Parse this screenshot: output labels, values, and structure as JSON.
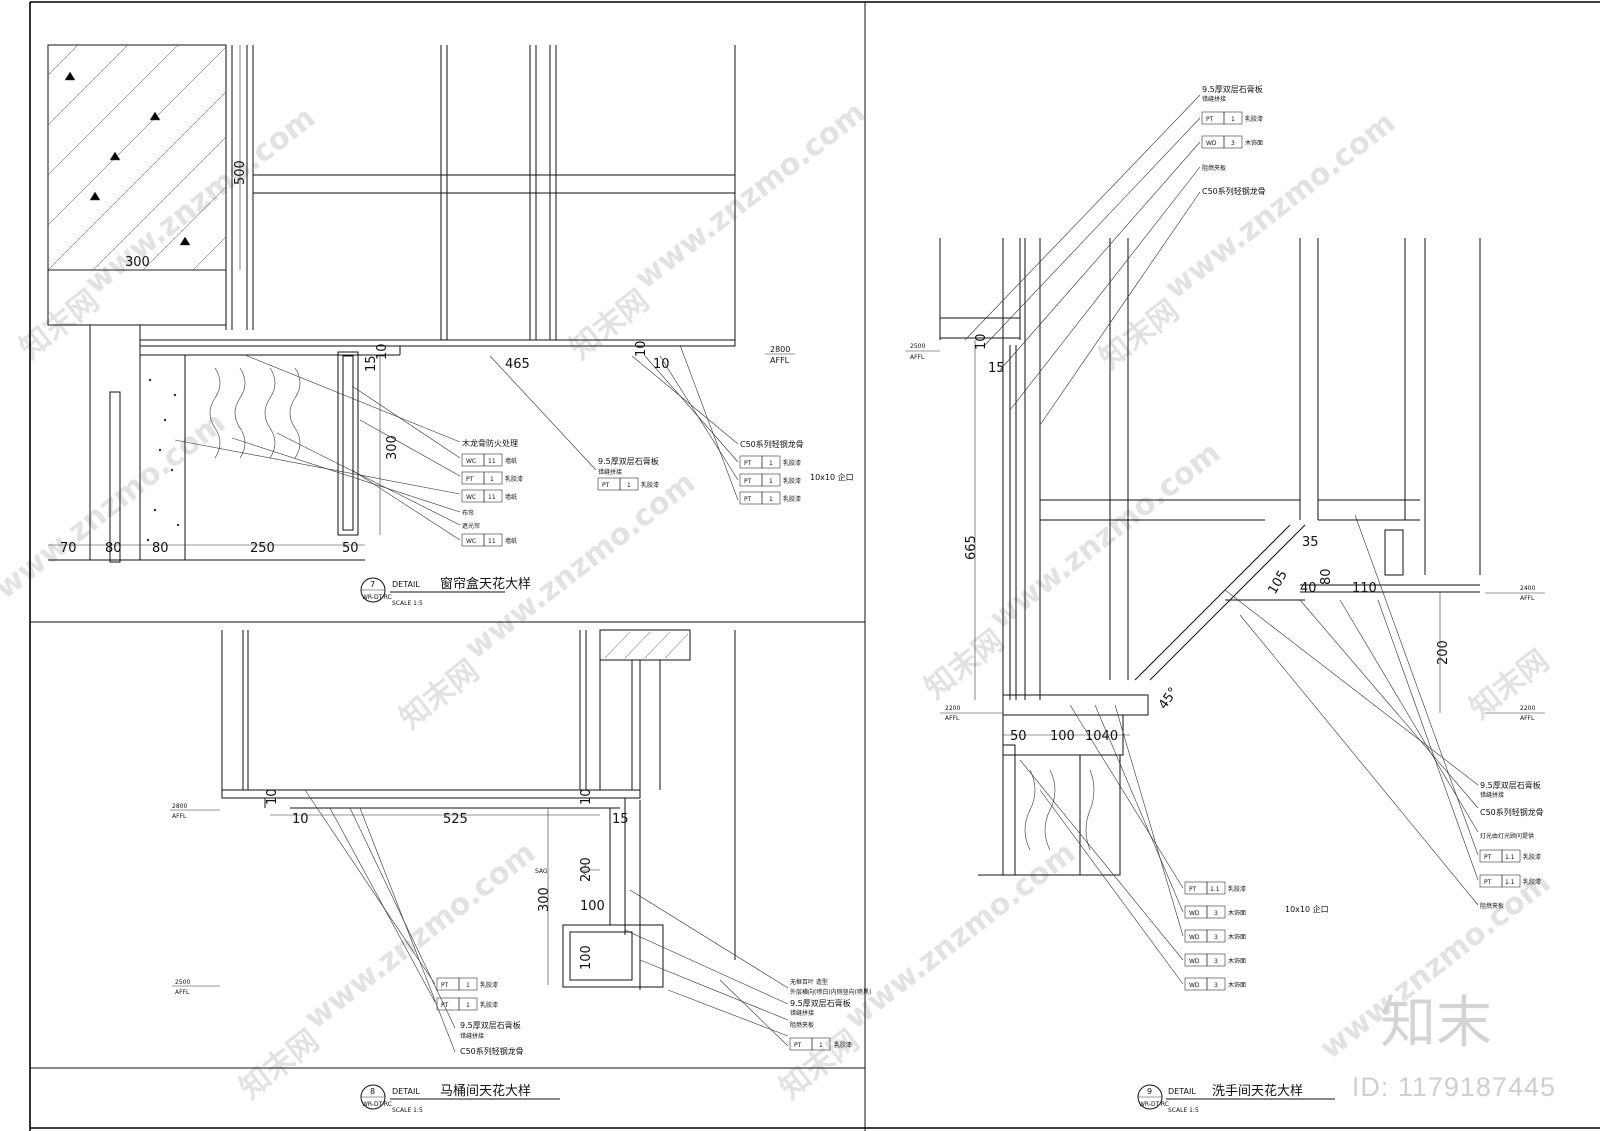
{
  "watermarks": {
    "site": "www.znzmo.com",
    "brand": "知末网",
    "logo": "知末",
    "id": "ID: 1179187445"
  },
  "details": [
    {
      "number": "7",
      "ref": "WR-DT-RC",
      "prefix": "DETAIL",
      "title": "窗帘盒天花大样",
      "scale": "SCALE   1:5"
    },
    {
      "number": "8",
      "ref": "WR-DT-RC",
      "prefix": "DETAIL",
      "title": "马桶间天花大样",
      "scale": "SCALE   1:5"
    },
    {
      "number": "9",
      "ref": "WR-DT-RC",
      "prefix": "DETAIL",
      "title": "洗手间天花大样",
      "scale": "SCALE   1:5"
    }
  ],
  "levels": {
    "l2800": "2800",
    "l2500": "2500",
    "l2400": "2400",
    "l2200": "2200",
    "affl": "AFFL"
  },
  "dims": {
    "d500": "500",
    "d300": "300",
    "d465": "465",
    "d10": "10",
    "d15": "15",
    "d70": "70",
    "d80": "80",
    "d250": "250",
    "d50": "50",
    "d525": "525",
    "d200": "200",
    "d100": "100",
    "d665": "665",
    "d35": "35",
    "d105": "105",
    "d40": "40",
    "d110": "110",
    "d45": "45°",
    "d1040": "1040",
    "sag": "SAG"
  },
  "notes": {
    "wood_fire": "木龙骨防火处理",
    "gypsum95": "9.5厚双层石膏板",
    "joint": "错缝拼接",
    "c50": "C50系列轻钢龙骨",
    "curtain": "布帘",
    "blackout": "遮光帘",
    "gap1010": "10x10  企口",
    "wood_face": "木饰面",
    "fire_board": "阻燃夹板",
    "latex": "乳胶漆",
    "wallpaper": "墙纸",
    "blind1": "无框百叶  造型",
    "blind2": "外层横向(喷白)内侧竖向(喷黑)",
    "light": "灯光由灯光顾问提供"
  },
  "tags": {
    "pt": "PT",
    "wc": "WC",
    "wd": "WD",
    "n1": "1",
    "n11": "11",
    "n3": "3",
    "n1_1": "1.1"
  }
}
